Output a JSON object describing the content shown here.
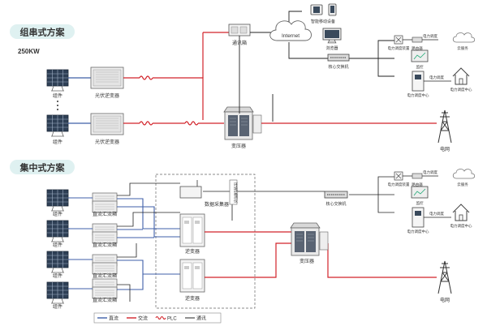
{
  "colors": {
    "dc": "#3f5fa8",
    "ac": "#d2232a",
    "comm": "#222222",
    "badge_bg": "#dff1f1",
    "badge_text": "#1f6f6f",
    "panel_blue": "#34495e"
  },
  "sections": {
    "string": {
      "title": "组串式方案",
      "power": "250KW"
    },
    "central": {
      "title": "集中式方案"
    }
  },
  "labels": {
    "module": "组件",
    "pv_inverter": "光伏逆变器",
    "dc_combiner": "直流汇流箱",
    "inverter": "逆变器",
    "transformer": "变压器",
    "data_collector": "数据采集器",
    "comm_box": "通讯箱",
    "internet": "Internet",
    "smart_mobile": "智能移动设备",
    "browser": "浏览器",
    "core_switch": "核心交换机",
    "grid": "电网",
    "plant_network_device": "电力调度装置",
    "router": "路由器",
    "cloud": "云服务",
    "monitor": "监控",
    "power_dispatch": "电力调度",
    "dispatch_center": "电力调度中心",
    "env_monitor": "环境监测仪",
    "vertical_label": "环境监测仪"
  },
  "legend": [
    {
      "label": "直流",
      "type": "dc"
    },
    {
      "label": "交流",
      "type": "ac"
    },
    {
      "label": "PLC",
      "type": "plc"
    },
    {
      "label": "通讯",
      "type": "comm"
    }
  ],
  "icons": {
    "solar_panel": "solar-panel-icon",
    "inverter": "inverter-icon",
    "transformer": "transformer-icon",
    "cloud": "cloud-icon",
    "monitor": "monitor-icon",
    "house": "house-icon",
    "tower": "transmission-tower-icon",
    "switch": "switch-icon",
    "combiner": "combiner-box-icon"
  }
}
